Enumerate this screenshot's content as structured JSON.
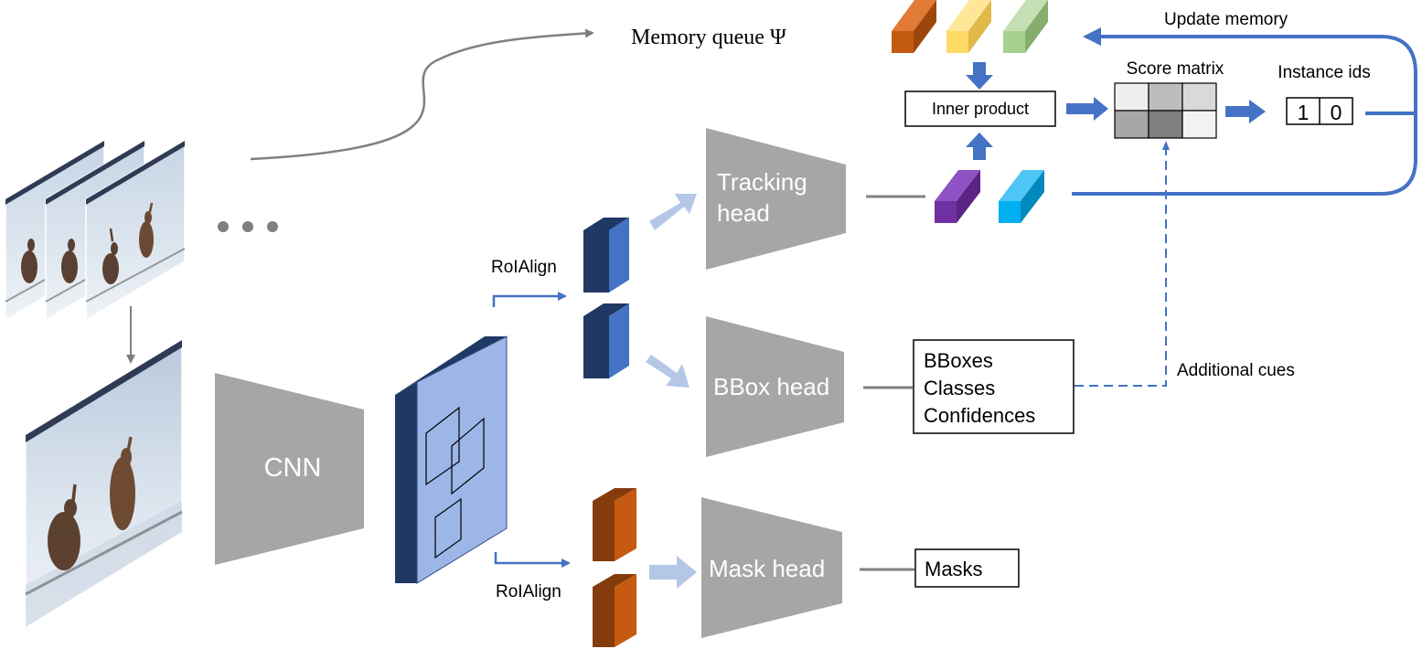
{
  "memory_queue": {
    "label": "Memory queue Ψ"
  },
  "update_memory": {
    "label": "Update memory"
  },
  "inner_product": {
    "label": "Inner product"
  },
  "score_matrix": {
    "title": "Score matrix",
    "cells": [
      [
        "#efefef",
        "#bdbdbd",
        "#d9d9d9"
      ],
      [
        "#a6a6a6",
        "#7f7f7f",
        "#f3f3f3"
      ]
    ]
  },
  "instance_ids": {
    "title": "Instance ids",
    "values": [
      "1",
      "0"
    ]
  },
  "heads": {
    "tracking": {
      "line1": "Tracking",
      "line2": "head"
    },
    "bbox": "BBox head",
    "mask": "Mask head"
  },
  "cnn": {
    "label": "CNN"
  },
  "roi_align": {
    "top": "RoIAlign",
    "bottom": "RoIAlign"
  },
  "bbox_outputs": [
    "BBoxes",
    "Classes",
    "Confidences"
  ],
  "masks": {
    "label": "Masks"
  },
  "additional_cues": {
    "label": "Additional cues"
  },
  "memory_features": [
    "#c55a11",
    "#ffd966",
    "#a9d18e"
  ],
  "query_features": [
    "#7030a0",
    "#00b0f0"
  ],
  "colors": {
    "head_gray": "#a6a6a6",
    "arrow_blue": "#4472c4",
    "light_arrow": "#b4c7e7",
    "feature_map": "#9db6e8",
    "feature_map_side": "#203864"
  }
}
